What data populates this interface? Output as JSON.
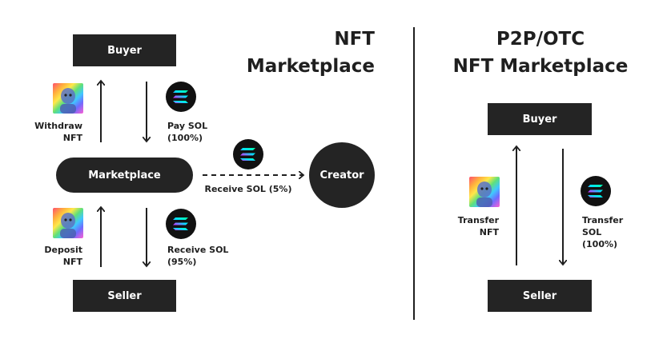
{
  "left": {
    "title_line1": "NFT",
    "title_line2": "Marketplace",
    "buyer": "Buyer",
    "marketplace": "Marketplace",
    "seller": "Seller",
    "creator": "Creator",
    "withdraw_line1": "Withdraw",
    "withdraw_line2": "NFT",
    "pay_line1": "Pay SOL",
    "pay_line2": "(100%)",
    "receive_creator": "Receive SOL (5%)",
    "deposit_line1": "Deposit",
    "deposit_line2": "NFT",
    "receive_seller_line1": "Receive SOL",
    "receive_seller_line2": "(95%)"
  },
  "right": {
    "title_line1": "P2P/OTC",
    "title_line2": "NFT Marketplace",
    "buyer": "Buyer",
    "seller": "Seller",
    "transfer_nft_line1": "Transfer",
    "transfer_nft_line2": "NFT",
    "transfer_sol_line1": "Transfer",
    "transfer_sol_line2": "SOL",
    "transfer_sol_line3": "(100%)"
  },
  "colors": {
    "box": "#242424",
    "divider": "#1f1f1f",
    "solana_gradient": [
      "#00ffa3",
      "#03e1ff",
      "#dc1fff"
    ]
  },
  "icons": [
    "nft-avatar-icon",
    "solana-coin-icon"
  ]
}
